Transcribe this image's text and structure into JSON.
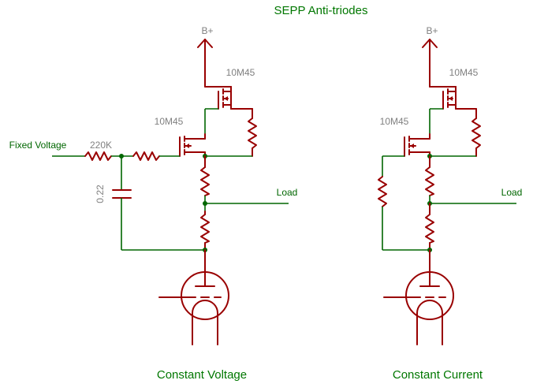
{
  "title": "SEPP Anti-triodes",
  "left": {
    "caption": "Constant Voltage",
    "supply": "B+",
    "upper_device": "10M45",
    "lower_device": "10M45",
    "input_label": "Fixed Voltage",
    "input_resistor": "220K",
    "cap_value": "0.22",
    "output_label": "Load"
  },
  "right": {
    "caption": "Constant Current",
    "supply": "B+",
    "upper_device": "10M45",
    "lower_device": "10M45",
    "output_label": "Load"
  },
  "colors": {
    "wire": "#006600",
    "component": "#990000",
    "value_text": "#808080",
    "title_text": "#007700"
  }
}
